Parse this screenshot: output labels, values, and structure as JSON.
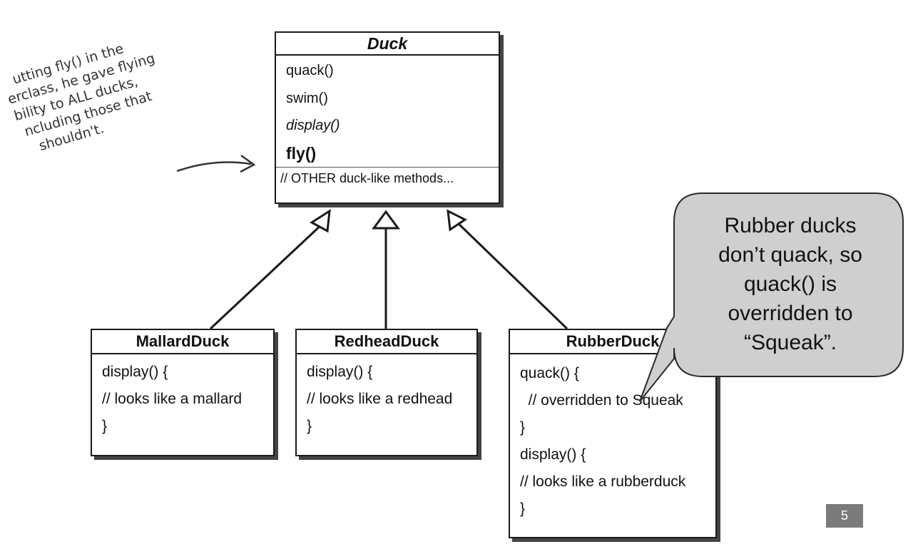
{
  "superclass": {
    "name": "Duck",
    "methods": [
      "quack()",
      "swim()",
      "display()",
      "fly()",
      "// OTHER duck-like methods..."
    ]
  },
  "subclasses": [
    {
      "name": "MallardDuck",
      "lines": [
        "display() {",
        "// looks like a mallard",
        "}"
      ]
    },
    {
      "name": "RedheadDuck",
      "lines": [
        "display() {",
        "// looks like a redhead",
        "}"
      ]
    },
    {
      "name": "RubberDuck",
      "lines": [
        "quack() {",
        "  // overridden to Squeak",
        "}",
        "display() {",
        "// looks like a rubberduck",
        "}"
      ]
    }
  ],
  "note": {
    "lines": [
      "utting fly() in the",
      "erclass, he gave flying",
      "bility to ALL ducks,",
      "ncluding those that",
      "shouldn't."
    ]
  },
  "callout": {
    "lines": [
      "Rubber ducks",
      "don’t quack, so",
      "quack() is",
      "overridden to",
      "“Squeak”."
    ]
  },
  "page_number": "5"
}
